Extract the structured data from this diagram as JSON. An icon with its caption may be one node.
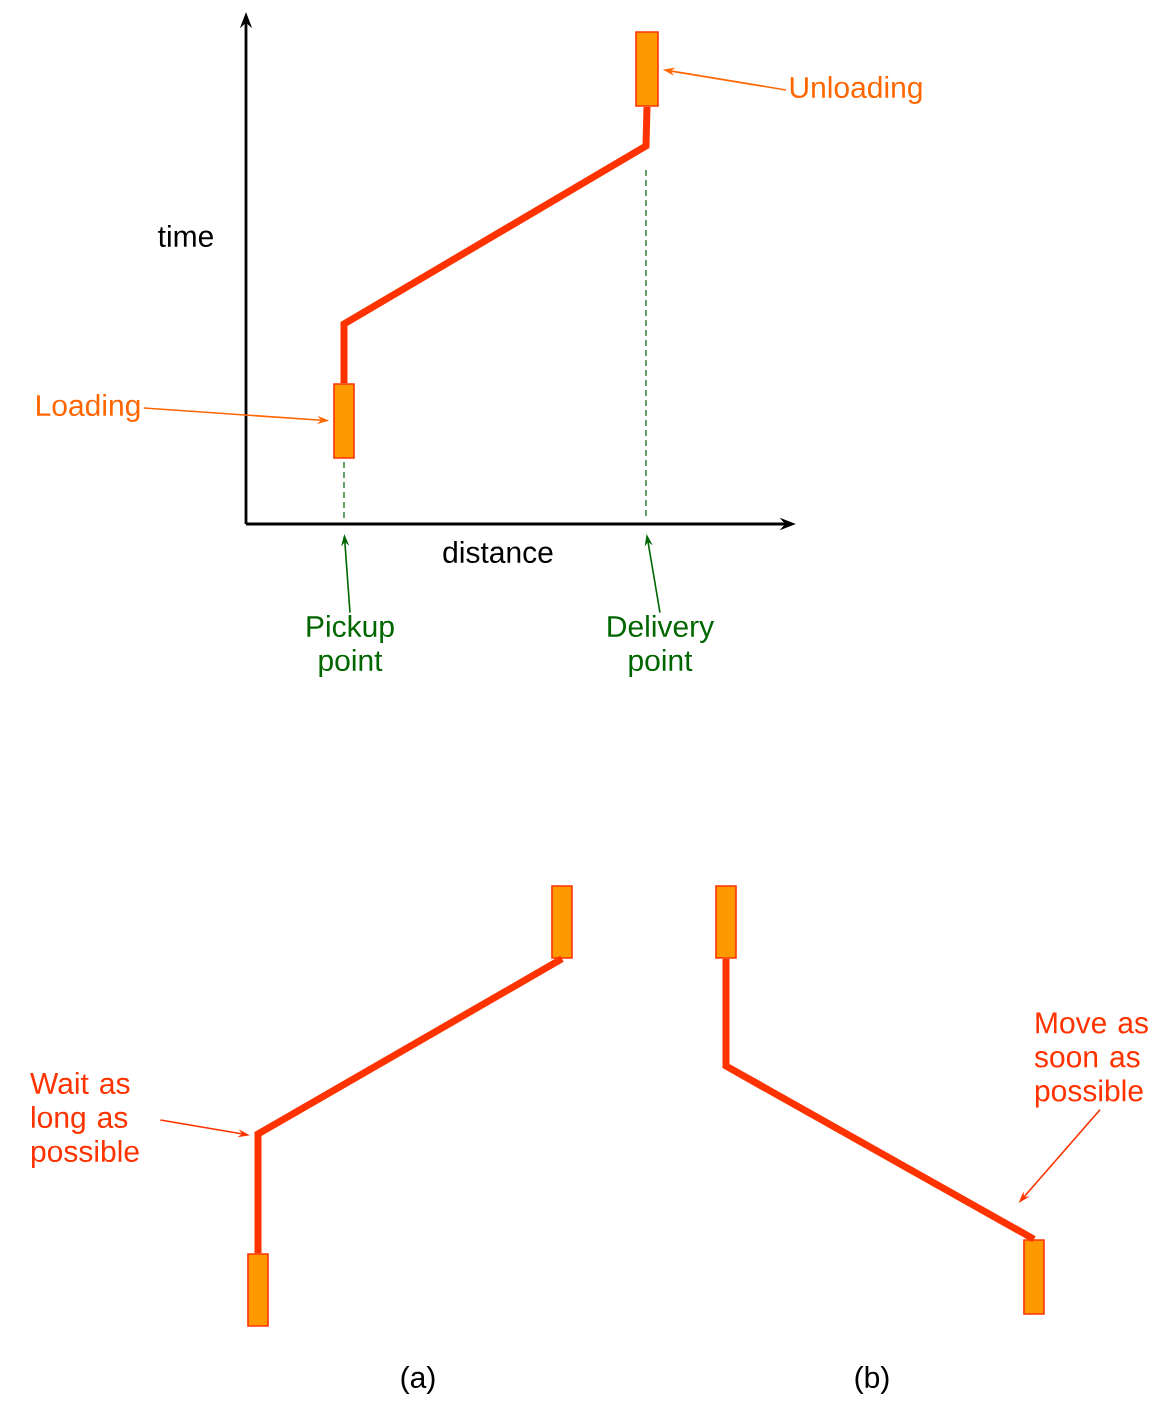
{
  "diagram": {
    "nodes": [
      {
        "text": [
          "Unloading"
        ]
      },
      {
        "text": [],
        "shape": "bar"
      },
      {
        "text": [
          "Loading"
        ]
      },
      {
        "text": [],
        "shape": "bar"
      },
      {
        "text": [
          "Pickup point"
        ]
      },
      {
        "text": [
          "Delivery point"
        ]
      },
      {
        "text": [],
        "shape": "bar"
      },
      {
        "text": [],
        "shape": "bar"
      },
      {
        "text": [
          "Wait as long as possible"
        ]
      },
      {
        "text": [
          "Move as soon as possible"
        ]
      },
      {
        "text": [],
        "shape": "bar"
      },
      {
        "text": [],
        "shape": "bar"
      }
    ],
    "edges": [
      {
        "from": 0,
        "to": 1,
        "arrow": "to",
        "color": "#ff6600"
      },
      {
        "from": 2,
        "to": 3,
        "arrow": "to",
        "color": "#ff6600"
      },
      {
        "from": 3,
        "to": 1,
        "arrow": "none",
        "style": "thick",
        "color": "#ff3300"
      },
      {
        "from": 4,
        "to": null,
        "arrow": "to",
        "color": "#006600"
      },
      {
        "from": 5,
        "to": null,
        "arrow": "to",
        "color": "#006600"
      },
      {
        "from": 10,
        "to": 6,
        "arrow": "none",
        "style": "thick",
        "color": "#ff3300"
      },
      {
        "from": 7,
        "to": 11,
        "arrow": "none",
        "style": "thick",
        "color": "#ff3300"
      },
      {
        "from": 8,
        "to": null,
        "arrow": "to",
        "color": "#ff3300"
      },
      {
        "from": 9,
        "to": null,
        "arrow": "to",
        "color": "#ff3300"
      }
    ],
    "labels": [
      "time",
      "distance",
      "(a)",
      "(b)"
    ]
  }
}
